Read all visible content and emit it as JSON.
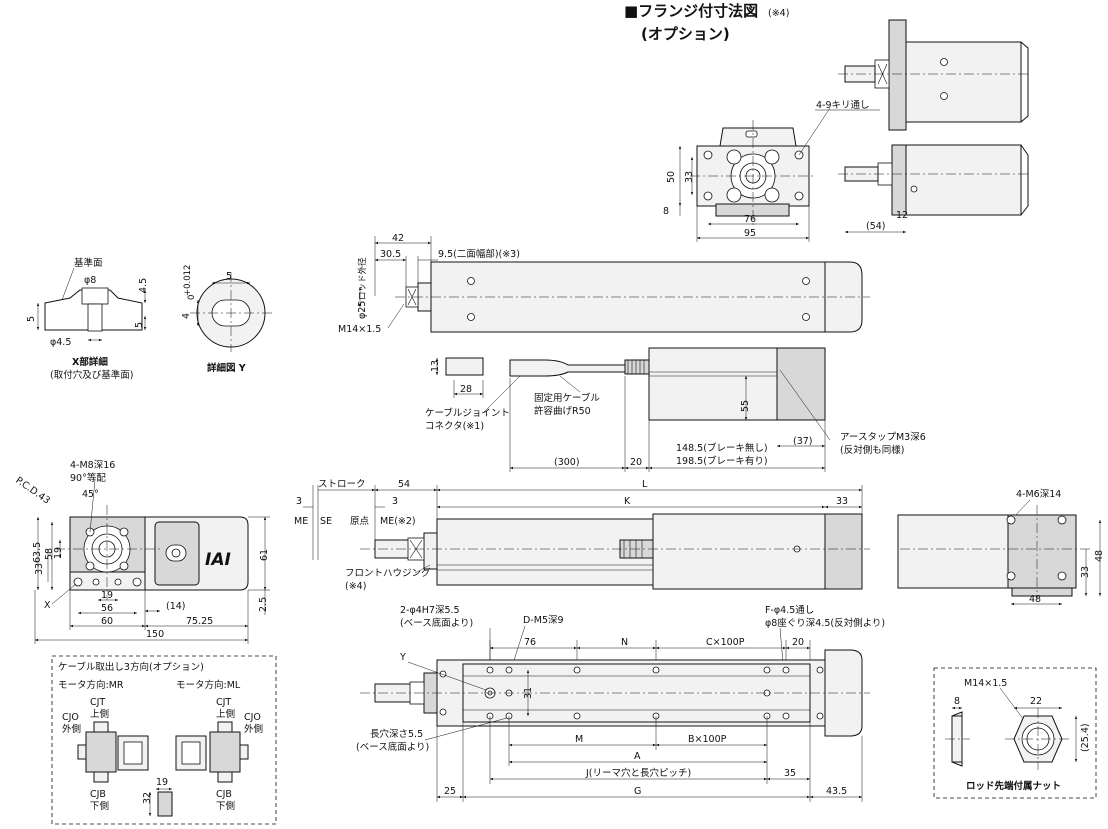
{
  "flange": {
    "title": "■フランジ付寸法図",
    "title_note": "(※4)",
    "subtitle": "(オプション)",
    "holes": "4-9キリ通し",
    "dims": [
      "50",
      "33",
      "8",
      "76",
      "95",
      "12",
      "(54)"
    ]
  },
  "rod_view": {
    "dims": [
      "42",
      "30.5",
      "9.5(二面幅部)(※3)"
    ],
    "rod_od_label": "ロッド外径",
    "rod_od": "φ25",
    "thread": "M14×1.5",
    "joint_dims": [
      "13",
      "28"
    ],
    "joint_label_1": "ケーブルジョイント",
    "joint_label_2": "コネクタ(※1)",
    "cable_label_1": "固定用ケーブル",
    "cable_label_2": "許容曲げR50",
    "h55": "55",
    "earth_1": "アースタップM3深6",
    "earth_2": "(反対側も同様)",
    "d37": "(37)",
    "d1485": "148.5(ブレーキ無し)",
    "d1985": "198.5(ブレーキ有り)",
    "d300": "(300)",
    "d20": "20"
  },
  "xdetail": {
    "base_label": "基準面",
    "phi8": "φ8",
    "d45": "4.5",
    "d5a": "5",
    "d5b": "5",
    "phi45": "φ4.5",
    "title": "X部詳細",
    "sub": "(取付穴及び基準面)"
  },
  "ydetail": {
    "d5": "5",
    "tol": "+0.012",
    "tol0": "0",
    "d4": "4",
    "title": "詳細図 Y"
  },
  "end_view": {
    "holes": "4-M8深16",
    "pitch": "90°等配",
    "pcd": "P.C.D.43",
    "ang": "45°",
    "dims": [
      "63.5",
      "58",
      "33",
      "19",
      "19",
      "56",
      "60",
      "(14)",
      "75.25",
      "150",
      "61",
      "2.5"
    ],
    "x": "X",
    "logo": "IAI"
  },
  "side_view": {
    "stroke": "ストローク",
    "d54": "54",
    "L": "L",
    "K": "K",
    "d33": "33",
    "d3a": "3",
    "d3b": "3",
    "ME": "ME",
    "SE": "SE",
    "origin": "原点",
    "me_note": "ME(※2)",
    "fh1": "フロントハウジング",
    "fh2": "(※4)"
  },
  "right_view": {
    "holes": "4-M6深14",
    "dims": [
      "48",
      "33",
      "48"
    ]
  },
  "top_view": {
    "pin": "2-φ4H7深5.5",
    "pin2": "(ベース底面より)",
    "dm5": "D-M5深9",
    "fhole": "F-φ4.5通し",
    "fhole2": "φ8座ぐり深4.5(反対側より)",
    "d76": "76",
    "N": "N",
    "C": "C×100P",
    "d20": "20",
    "Y": "Y",
    "d31": "31",
    "slot1": "長穴深さ5.5",
    "slot2": "(ベース底面より)",
    "M": "M",
    "B": "B×100P",
    "A": "A",
    "J": "J(リーマ穴と長穴ピッチ)",
    "d35": "35",
    "d25": "25",
    "G": "G",
    "d435": "43.5"
  },
  "cable_box": {
    "title": "ケーブル取出し3方向(オプション)",
    "mr": "モータ方向:MR",
    "ml": "モータ方向:ML",
    "cjt": "CJT",
    "upper": "上側",
    "cjo": "CJO",
    "outer": "外側",
    "cjb": "CJB",
    "lower": "下側",
    "d19": "19",
    "d32": "32"
  },
  "nut": {
    "thread": "M14×1.5",
    "d8": "8",
    "d22": "22",
    "d254": "(25.4)",
    "title": "ロッド先端付属ナット"
  }
}
